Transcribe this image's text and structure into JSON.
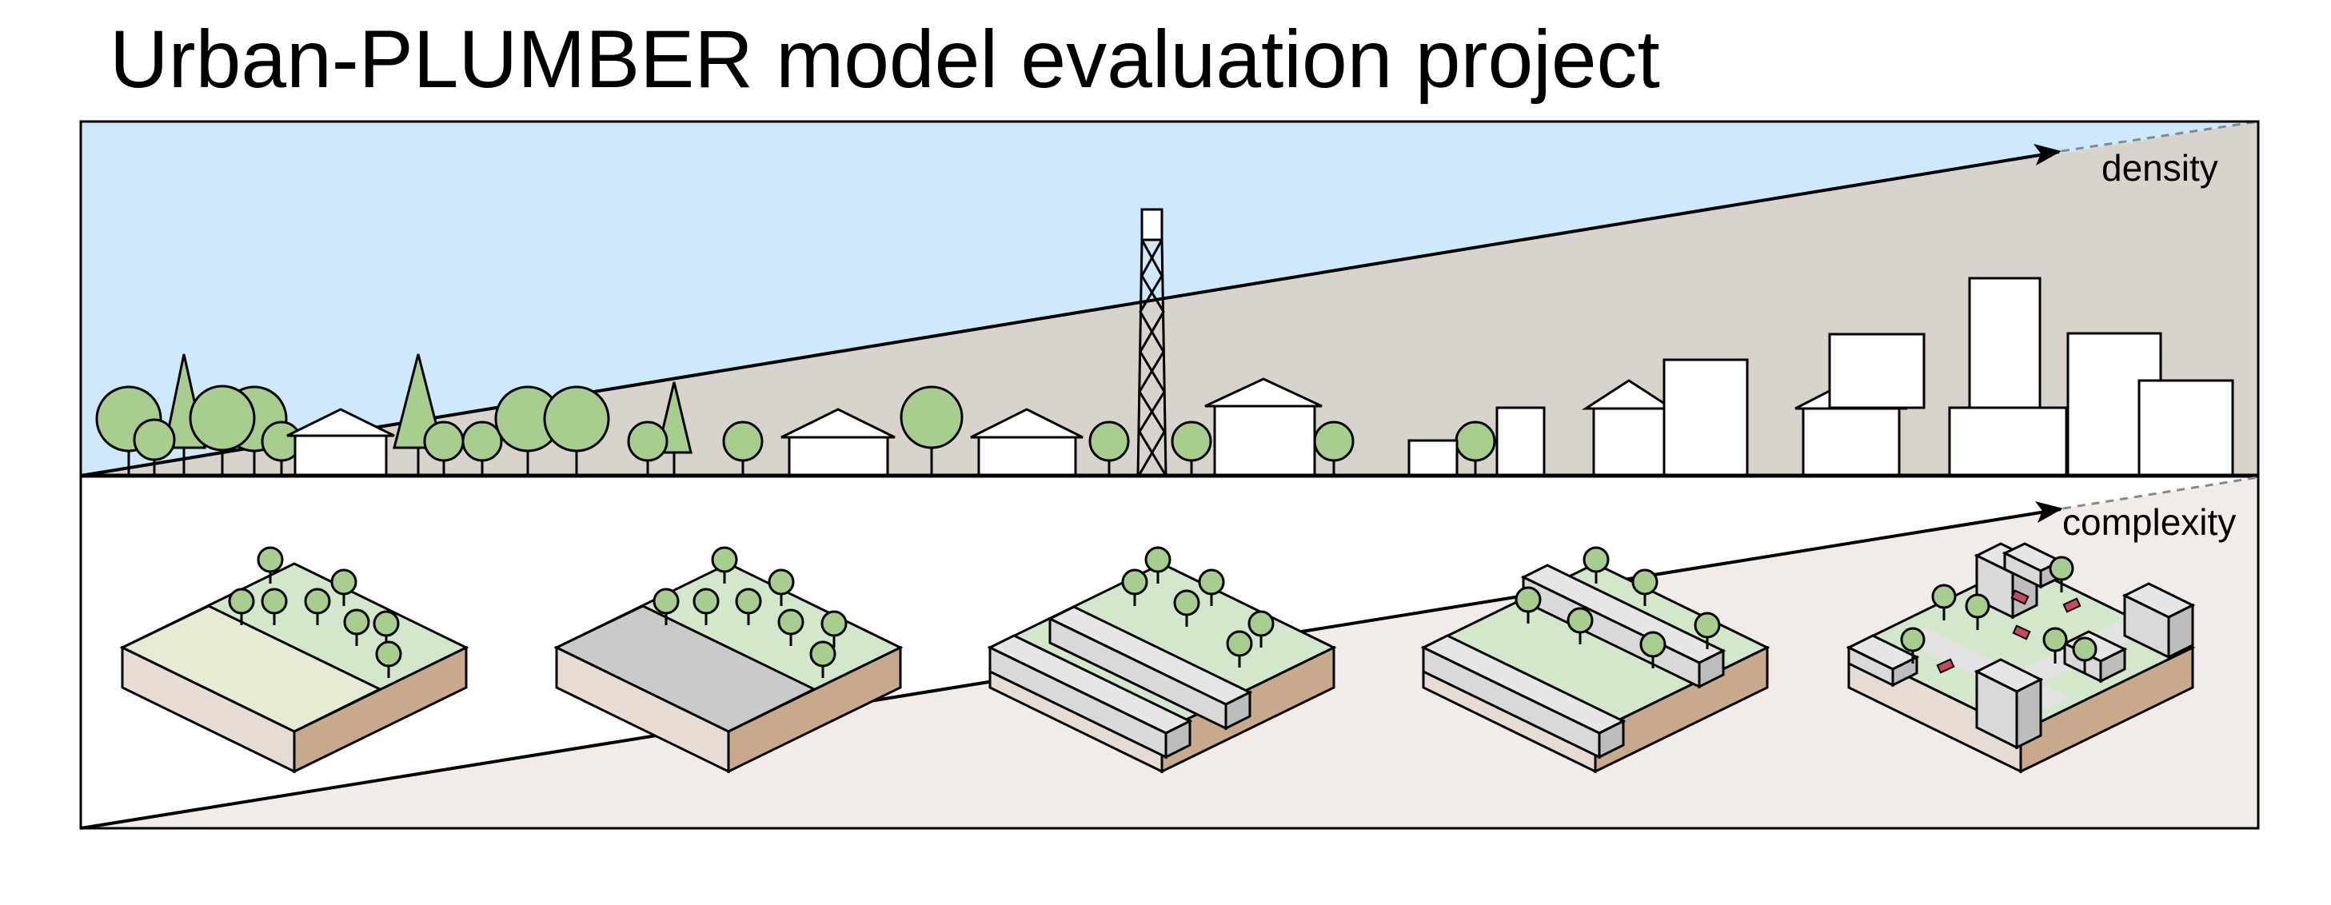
{
  "title": "Urban-PLUMBER model evaluation project",
  "density_label": "density",
  "complexity_label": "complexity",
  "colors": {
    "sky": "#cde9fb",
    "urban_wedge": "#d9d3ce",
    "lower_wedge": "#f1ece8",
    "tree": "#a8ce8f",
    "grass": "#d3e8cb",
    "pale_grass": "#e6ebd3",
    "paved": "#cacaca",
    "soil_top": "#e7dcd3",
    "soil_side": "#c9a98b",
    "building_side": "#c4c4c4",
    "car": "#c8485e"
  },
  "icons": {
    "density_arrow": "arrow-icon",
    "complexity_arrow": "arrow-icon",
    "tower": "lattice-tower-icon"
  },
  "tiles": [
    {
      "name": "tile-1-grass-and-trees"
    },
    {
      "name": "tile-2-paved-and-trees"
    },
    {
      "name": "tile-3-buildings-and-trees"
    },
    {
      "name": "tile-4-street-canyons-and-trees"
    },
    {
      "name": "tile-5-complex-urban"
    }
  ]
}
